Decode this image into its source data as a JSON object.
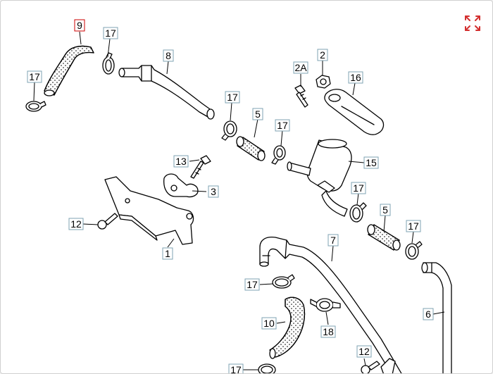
{
  "diagram": {
    "callouts": [
      {
        "id": "c-9",
        "text": "9",
        "highlighted": true
      },
      {
        "id": "c-17a",
        "text": "17"
      },
      {
        "id": "c-17b",
        "text": "17"
      },
      {
        "id": "c-8",
        "text": "8"
      },
      {
        "id": "c-2",
        "text": "2"
      },
      {
        "id": "c-2A",
        "text": "2A"
      },
      {
        "id": "c-16",
        "text": "16"
      },
      {
        "id": "c-17c",
        "text": "17"
      },
      {
        "id": "c-5a",
        "text": "5"
      },
      {
        "id": "c-17d",
        "text": "17"
      },
      {
        "id": "c-13",
        "text": "13"
      },
      {
        "id": "c-3",
        "text": "3"
      },
      {
        "id": "c-15",
        "text": "15"
      },
      {
        "id": "c-17e",
        "text": "17"
      },
      {
        "id": "c-5b",
        "text": "5"
      },
      {
        "id": "c-17f",
        "text": "17"
      },
      {
        "id": "c-12a",
        "text": "12"
      },
      {
        "id": "c-1",
        "text": "1"
      },
      {
        "id": "c-7",
        "text": "7"
      },
      {
        "id": "c-17g",
        "text": "17"
      },
      {
        "id": "c-10",
        "text": "10"
      },
      {
        "id": "c-18",
        "text": "18"
      },
      {
        "id": "c-6",
        "text": "6"
      },
      {
        "id": "c-12b",
        "text": "12"
      },
      {
        "id": "c-17h",
        "text": "17"
      }
    ],
    "colors": {
      "box_border": "#7fa3b3",
      "highlight_border": "#cc0000",
      "expand_icon": "#d32f2f",
      "line": "#000000"
    }
  },
  "controls": {
    "expand_icon": "expand-arrows-icon"
  }
}
